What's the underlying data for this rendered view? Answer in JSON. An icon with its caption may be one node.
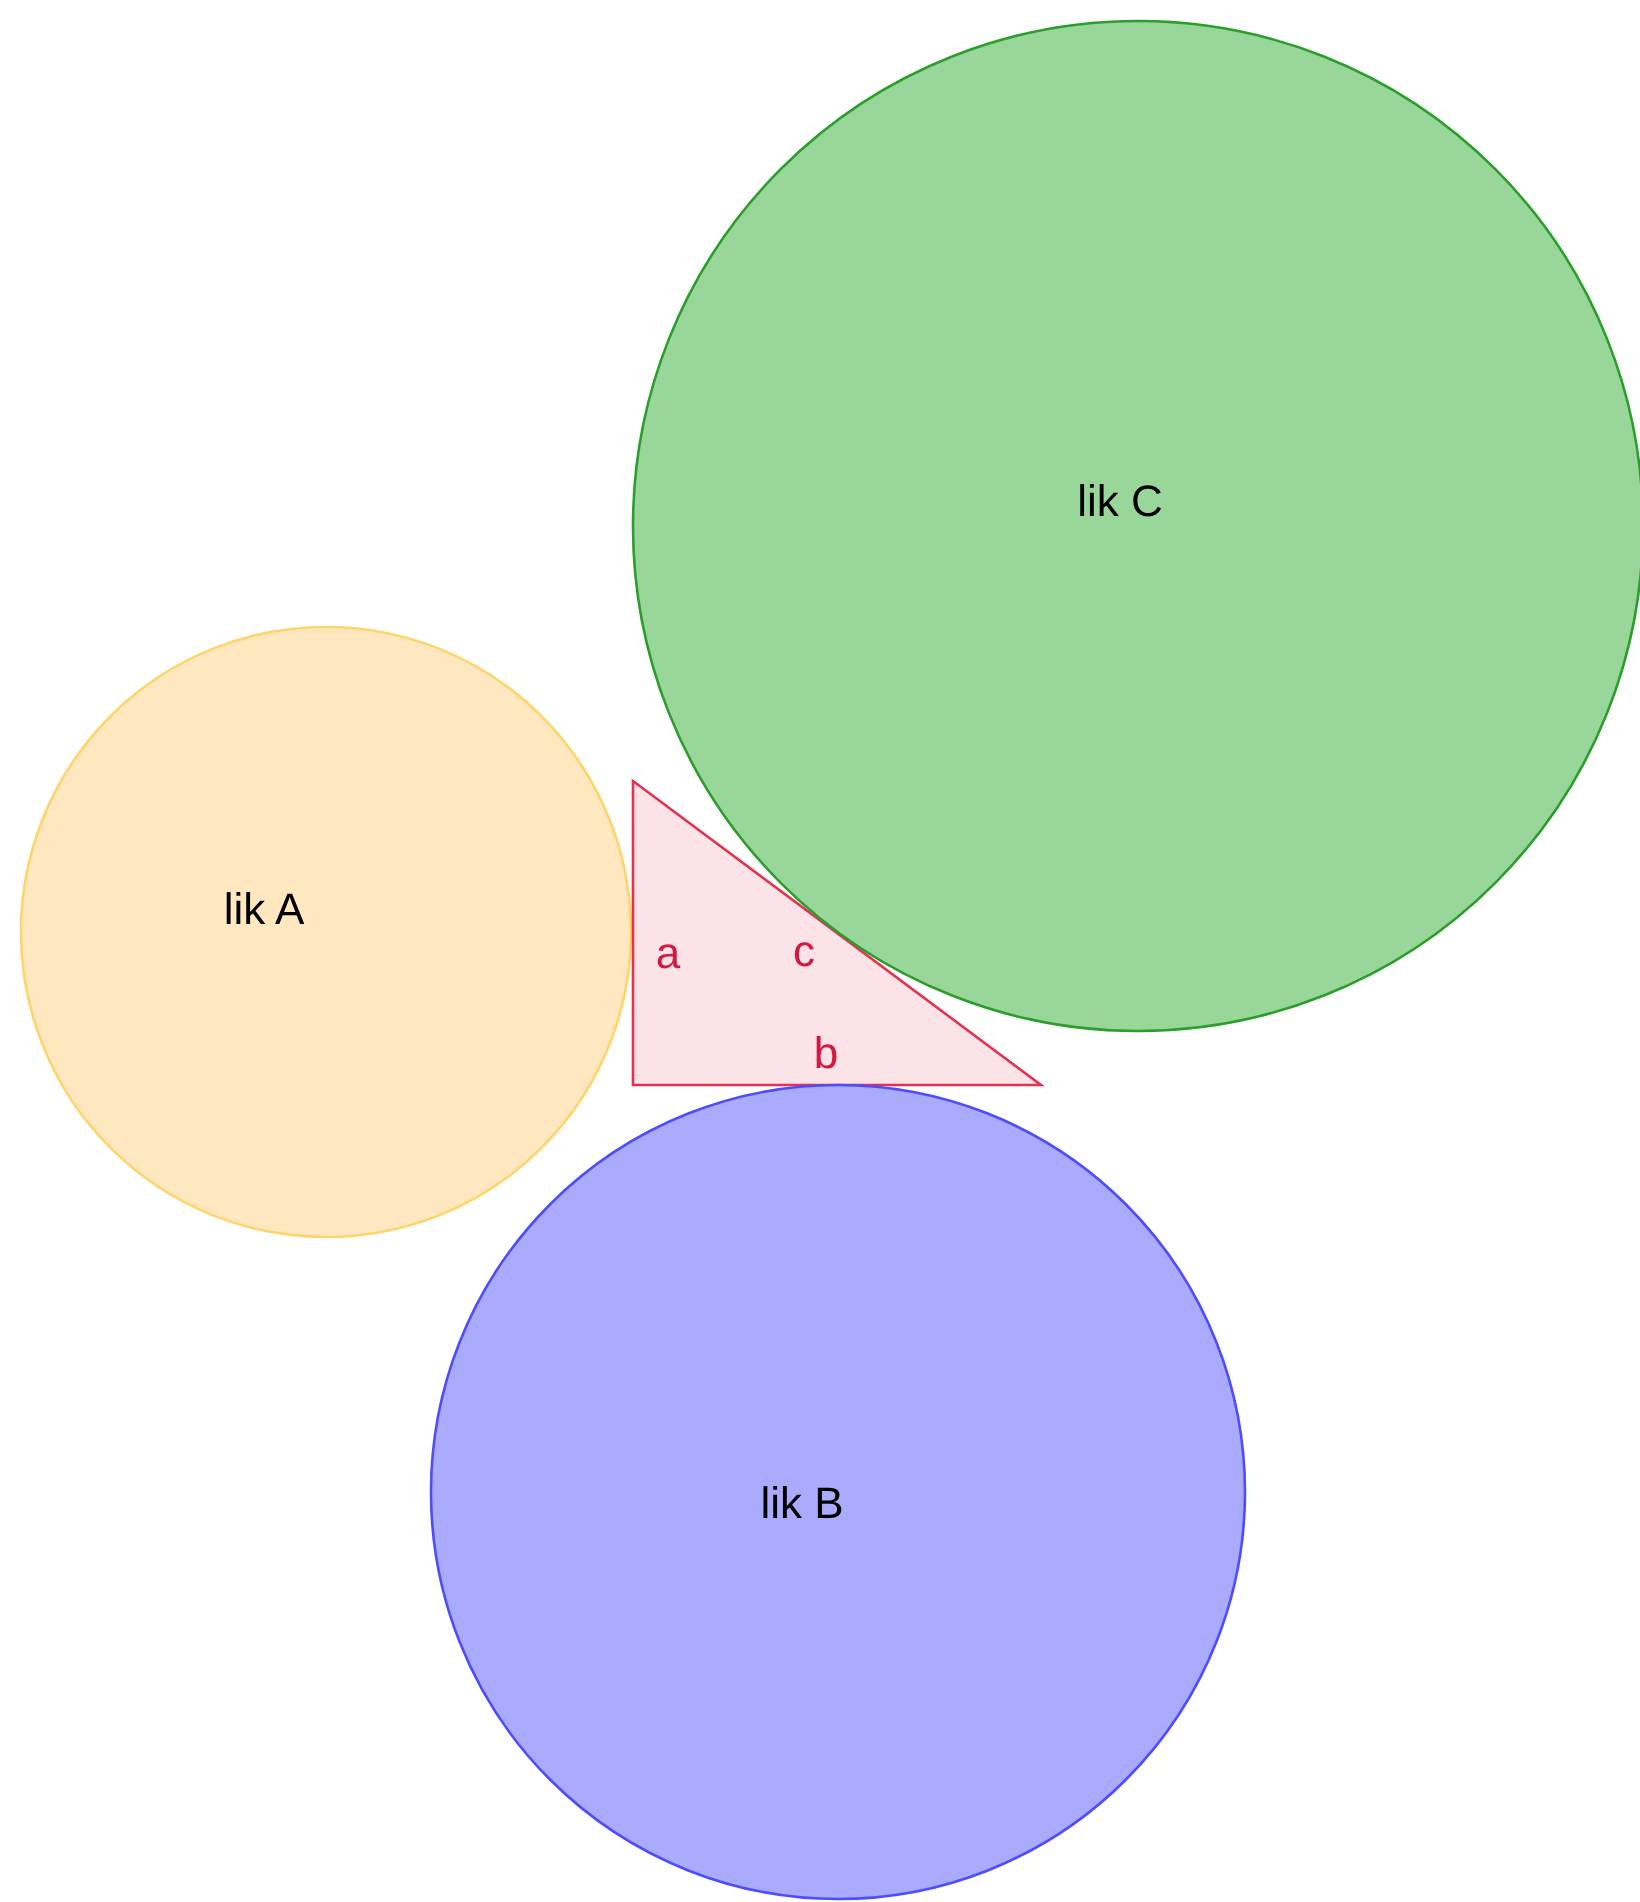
{
  "diagram": {
    "nodes": [
      {
        "text": [
          "lik A"
        ]
      },
      {
        "text": [
          "a",
          "c",
          "b"
        ]
      },
      {
        "text": [
          "lik C"
        ]
      },
      {
        "text": [
          "lik B"
        ]
      }
    ]
  }
}
